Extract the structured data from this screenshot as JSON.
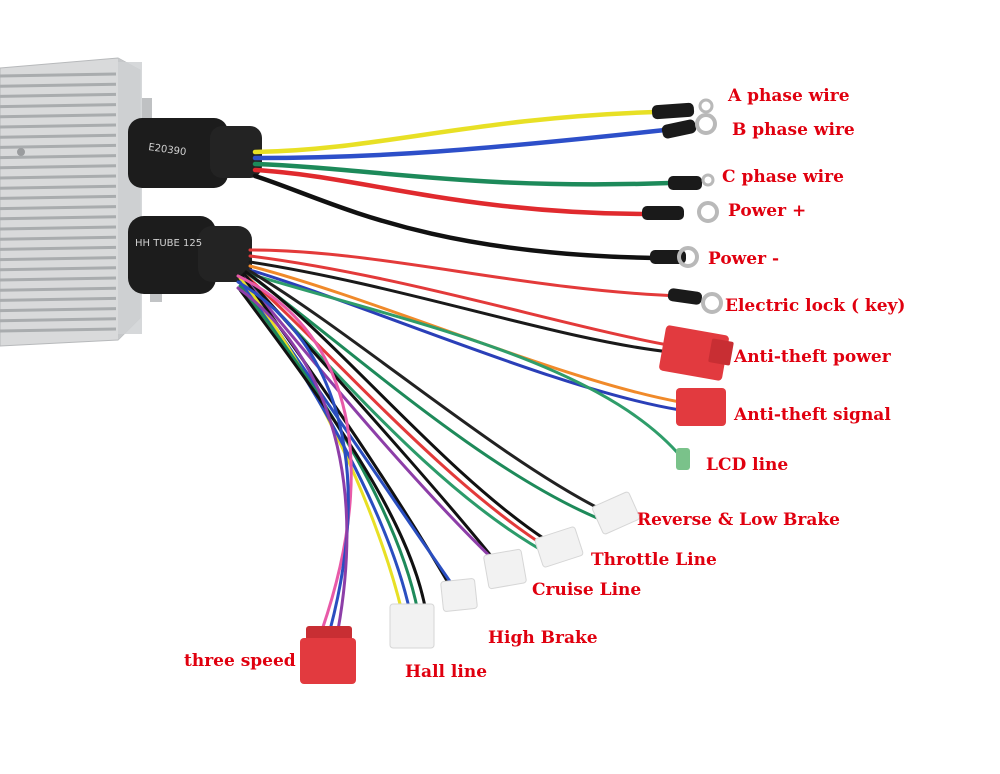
{
  "colors": {
    "label": "#e0000f",
    "housing": "#d9dadb",
    "fin": "#a9acae",
    "sleeve": "#1c1c1c",
    "connector_red": "#e23a3f",
    "connector_white": "#f2f2f2"
  },
  "housing_text": {
    "upper_sleeve": "E20390",
    "lower_sleeve": "HH TUBE 125"
  },
  "labels": {
    "a_phase": "A phase wire",
    "b_phase": "B phase wire",
    "c_phase": "C phase wire",
    "power_plus": "Power +",
    "power_minus": "Power -",
    "electric_lock": "Electric lock ( key)",
    "antitheft_power": "Anti-theft power",
    "antitheft_signal": "Anti-theft signal",
    "lcd": "LCD line",
    "reverse": "Reverse & Low Brake",
    "throttle": "Throttle Line",
    "cruise": "Cruise Line",
    "high_brake": "High Brake",
    "hall": "Hall line",
    "three_speed": "three speed"
  }
}
